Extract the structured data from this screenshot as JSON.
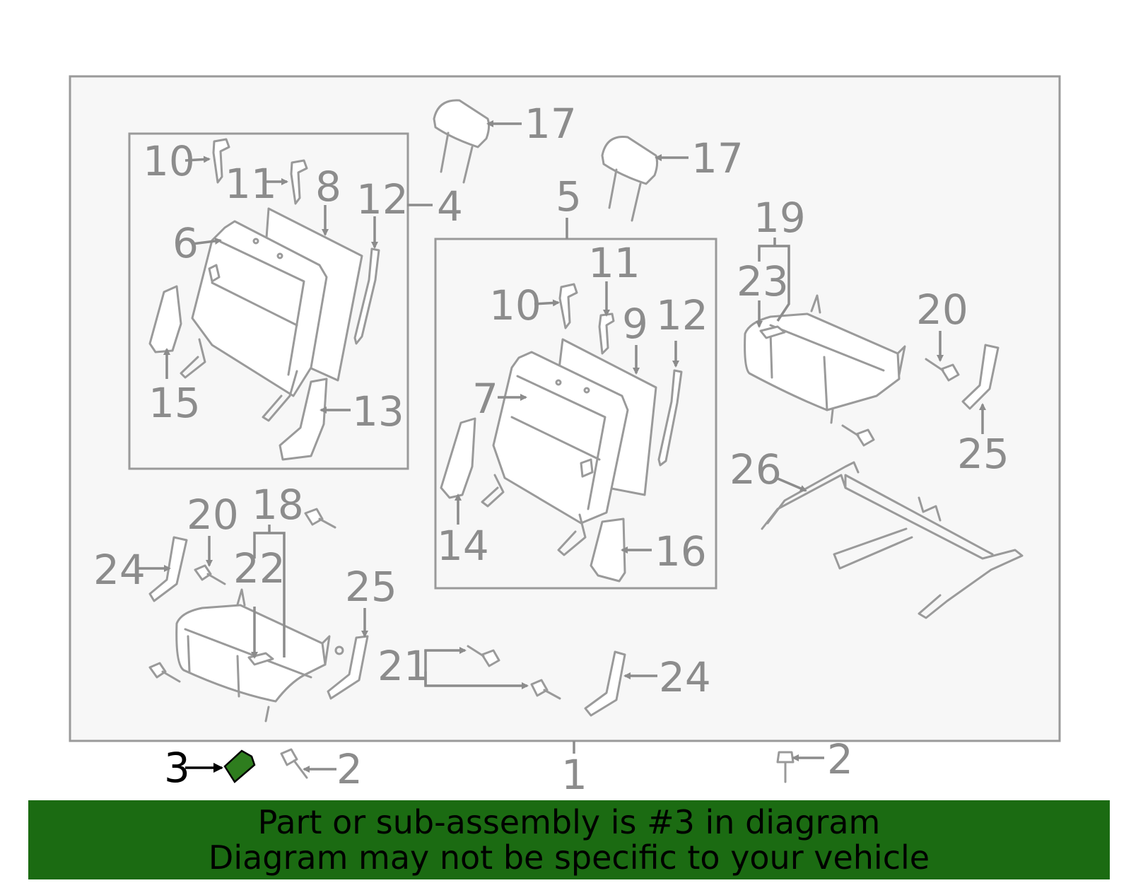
{
  "diagram": {
    "callouts": {
      "c1": "1",
      "c2a": "2",
      "c2b": "2",
      "c3": "3",
      "c4": "4",
      "c5": "5",
      "c6": "6",
      "c7": "7",
      "c8": "8",
      "c9": "9",
      "c10a": "10",
      "c10b": "10",
      "c11a": "11",
      "c11b": "11",
      "c12a": "12",
      "c12b": "12",
      "c13": "13",
      "c14": "14",
      "c15": "15",
      "c16": "16",
      "c17a": "17",
      "c17b": "17",
      "c18": "18",
      "c19": "19",
      "c20a": "20",
      "c20b": "20",
      "c21": "21",
      "c22": "22",
      "c23": "23",
      "c24a": "24",
      "c24b": "24",
      "c25a": "25",
      "c25b": "25",
      "c26": "26"
    },
    "highlight_part": "3",
    "highlight_color": "#2e7d1e",
    "line_color": "#9a9a9a"
  },
  "banner": {
    "line1": "Part or sub-assembly is #3 in diagram",
    "line2": "Diagram may not be specific to your vehicle",
    "background": "#1b6b12"
  }
}
